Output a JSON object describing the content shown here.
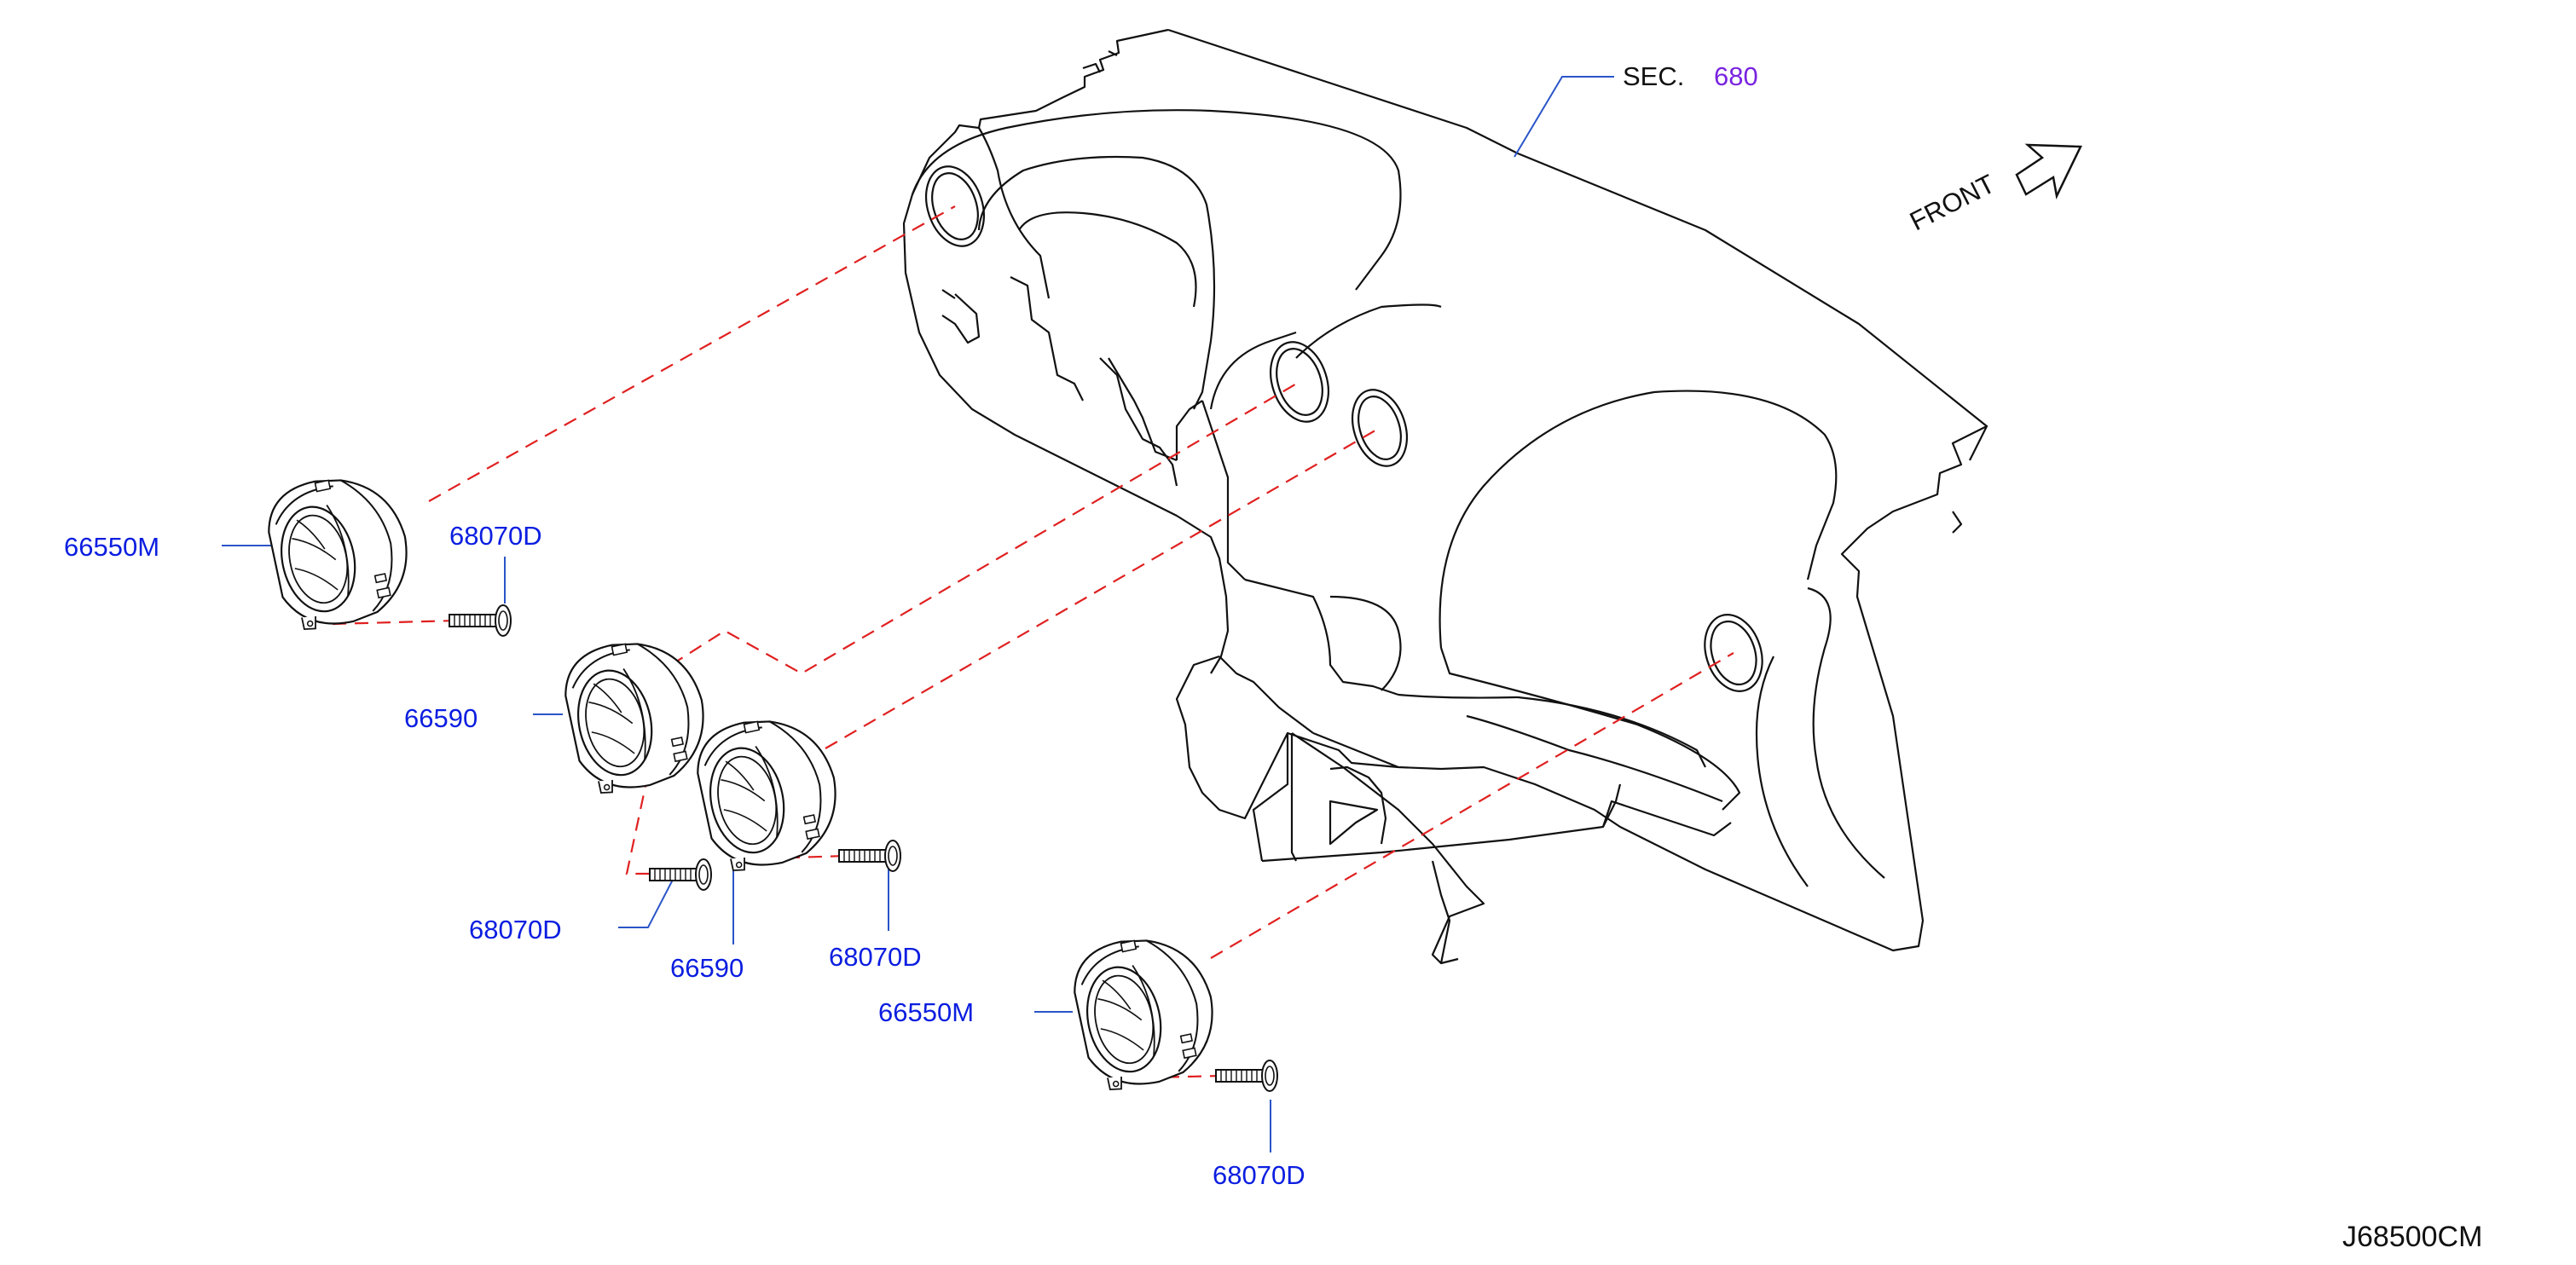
{
  "diagram": {
    "section_ref": {
      "prefix": "SEC.",
      "number": "680"
    },
    "orientation_label": "FRONT",
    "drawing_code": "J68500CM",
    "part_labels": {
      "vent_left": "66550M",
      "screw_left": "68070D",
      "center_vent_upper": "66590",
      "center_vent_lower": "66590",
      "screw_center_left": "68070D",
      "screw_center_right": "68070D",
      "vent_right": "66550M",
      "screw_right": "68070D"
    },
    "colors": {
      "part_label": "#0b1ee0",
      "section_link": "#7a24e0",
      "text": "#111111",
      "line": "#111111",
      "leader": "#2a55c8",
      "dashed_alignment": "#e02020"
    }
  }
}
